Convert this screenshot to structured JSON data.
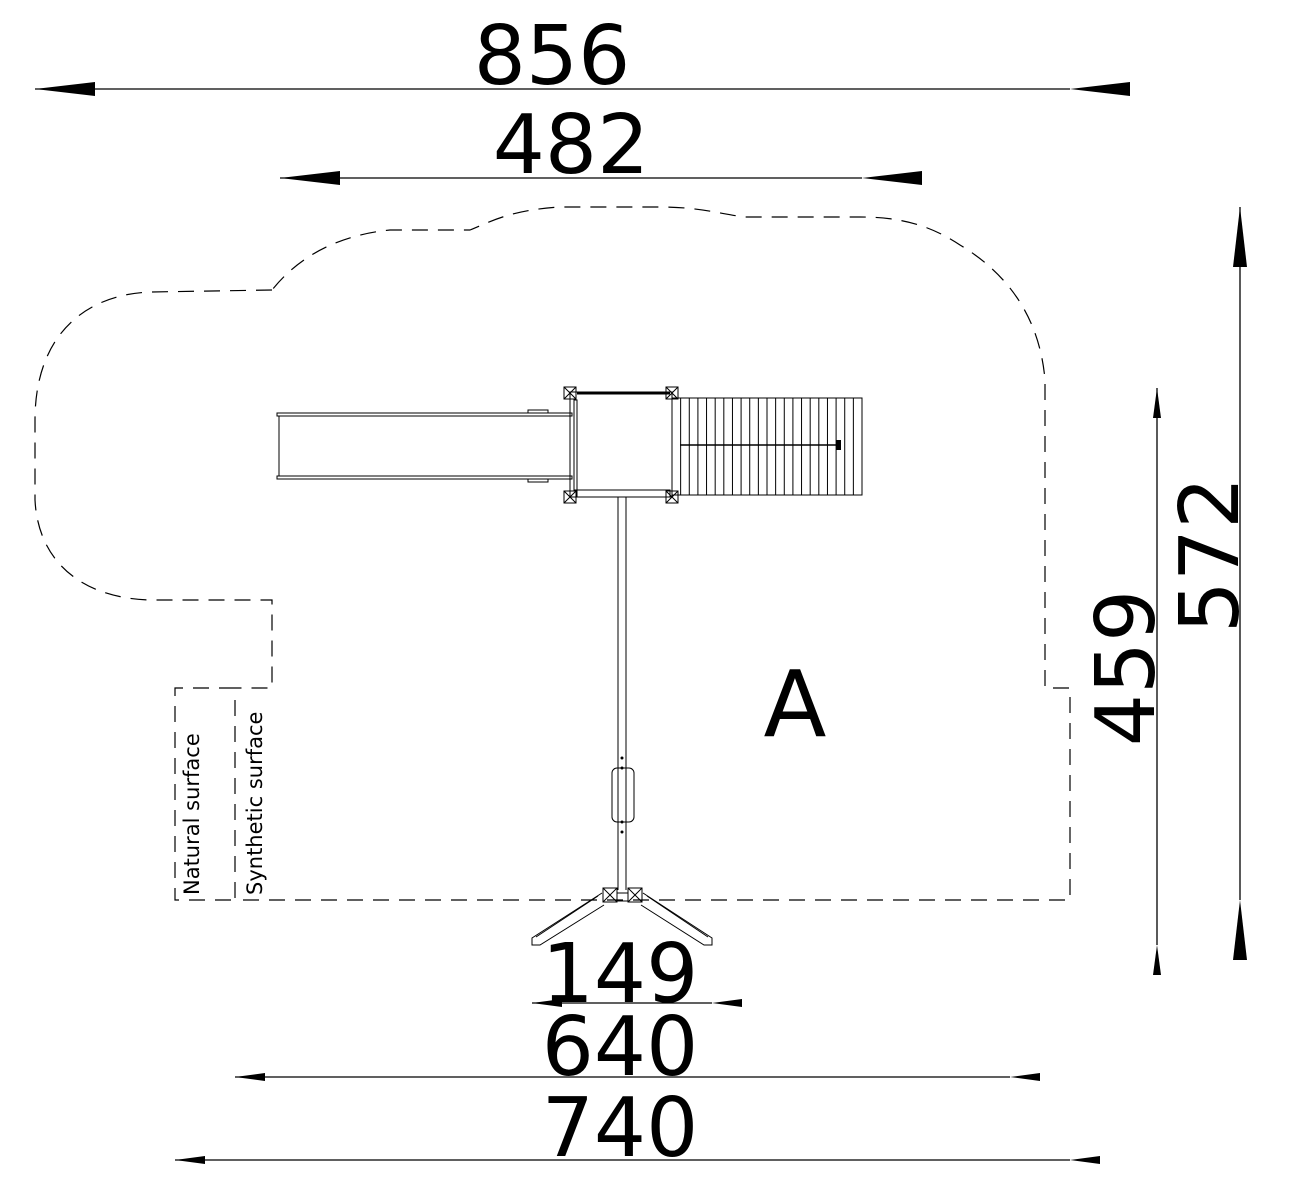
{
  "drawing": {
    "dimensions": {
      "overall_width": "856",
      "top_width": "482",
      "overall_height": "572",
      "inner_height": "459",
      "base_width": "149",
      "surface_width": "640",
      "total_width": "740"
    },
    "zone_label": "A",
    "surface_labels": {
      "natural": "Natural surface",
      "synthetic": "Synthetic surface"
    }
  }
}
